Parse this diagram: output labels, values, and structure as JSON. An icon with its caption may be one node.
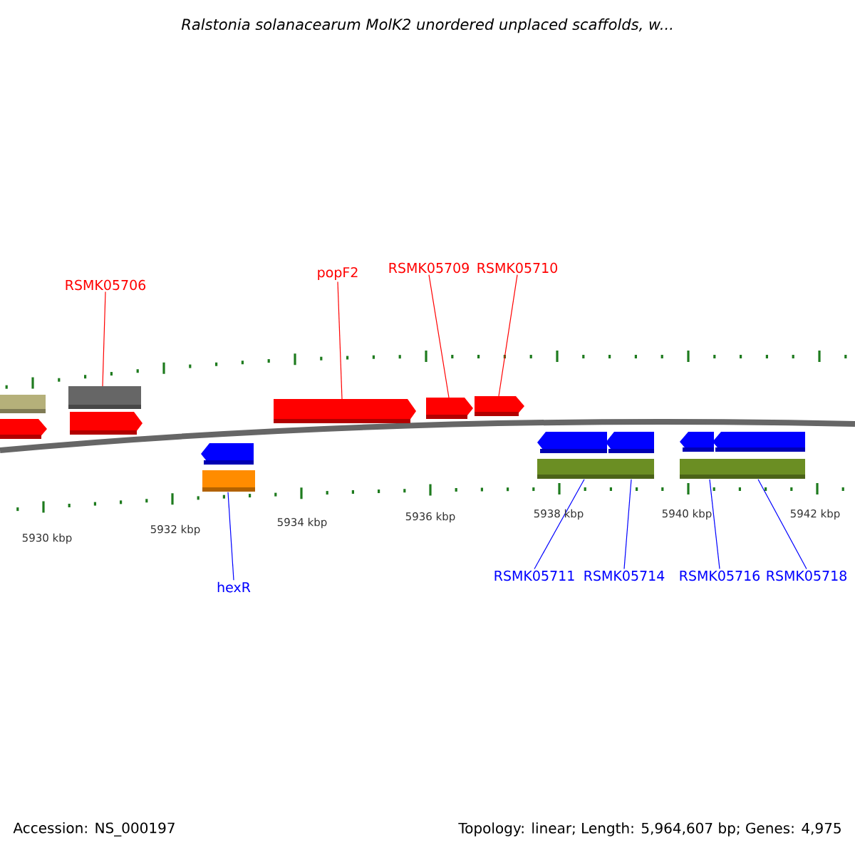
{
  "diagram": {
    "title": "Ralstonia solanacearum MolK2 unordered unplaced scaffolds, w...",
    "nodes": [
      {
        "text": [
          "RSMK05706"
        ]
      },
      {
        "text": [
          "popF2"
        ]
      },
      {
        "text": [
          "RSMK05709"
        ]
      },
      {
        "text": [
          "RSMK05710"
        ]
      },
      {
        "text": [],
        "shape": "bar"
      },
      {
        "text": [],
        "shape": "arrow"
      },
      {
        "text": [],
        "shape": "bar"
      },
      {
        "text": [],
        "shape": "arrow"
      },
      {
        "text": [],
        "shape": "arrow"
      },
      {
        "text": [],
        "shape": "bar"
      },
      {
        "text": [],
        "shape": "arrow"
      },
      {
        "text": [],
        "shape": "arrow"
      },
      {
        "text": [],
        "shape": "arrow"
      },
      {
        "text": [],
        "shape": "arrow"
      },
      {
        "text": [],
        "shape": "arrow"
      },
      {
        "text": [],
        "shape": "bar"
      },
      {
        "text": [],
        "shape": "arrow"
      },
      {
        "text": [],
        "shape": "arrow"
      },
      {
        "text": [],
        "shape": "bar"
      },
      {
        "text": [
          "hexR"
        ]
      },
      {
        "text": [
          "RSMK05711"
        ]
      },
      {
        "text": [
          "RSMK05714"
        ]
      },
      {
        "text": [
          "RSMK05716"
        ]
      },
      {
        "text": [
          "RSMK05718"
        ]
      }
    ],
    "edges": [
      {
        "from": 0,
        "to": 6,
        "arrow": "none",
        "color": "#ff0000"
      },
      {
        "from": 1,
        "to": 10,
        "arrow": "none",
        "color": "#ff0000"
      },
      {
        "from": 2,
        "to": 11,
        "arrow": "none",
        "color": "#ff0000"
      },
      {
        "from": 3,
        "to": 12,
        "arrow": "none",
        "color": "#ff0000"
      },
      {
        "from": 19,
        "to": 9,
        "arrow": "none"
      },
      {
        "from": 20,
        "to": 15,
        "arrow": "none"
      },
      {
        "from": 21,
        "to": 15,
        "arrow": "none"
      },
      {
        "from": 22,
        "to": 18,
        "arrow": "none"
      },
      {
        "from": 23,
        "to": 18,
        "arrow": "none"
      }
    ],
    "labels": [
      "5930 kbp",
      "5932 kbp",
      "5934 kbp",
      "5936 kbp",
      "5938 kbp",
      "5940 kbp",
      "5942 kbp",
      "Accession: NS_000197",
      "Topology: linear; Length: 5,964,607 bp; Genes: 4,975"
    ]
  }
}
